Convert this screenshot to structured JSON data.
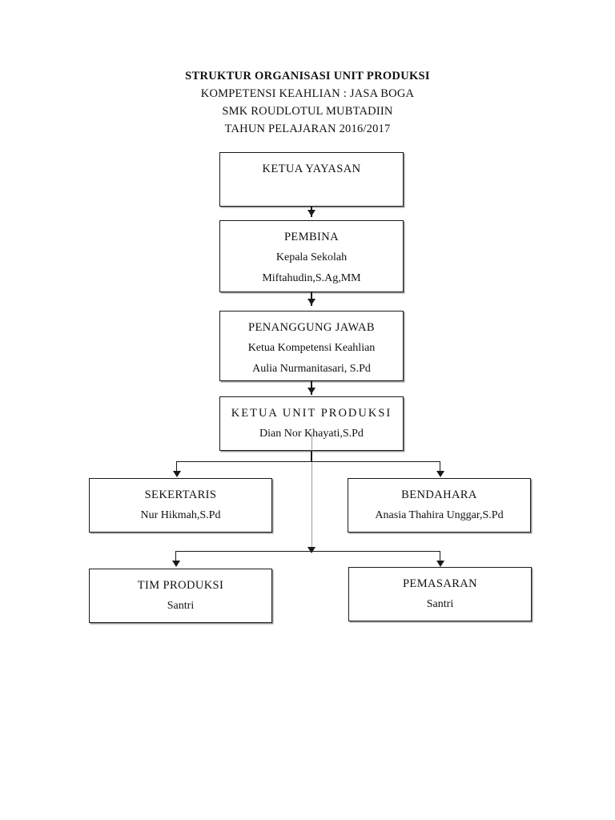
{
  "page": {
    "background_color": "#ffffff",
    "ink_color": "#1a1a1a",
    "connector_faint_color": "#9d9d9d"
  },
  "header": {
    "title": "STRUKTUR ORGANISASI UNIT PRODUKSI",
    "line2": "KOMPETENSI KEAHLIAN : JASA BOGA",
    "line3": "SMK ROUDLOTUL MUBTADIIN",
    "line4": "TAHUN PELAJARAN 2016/2017"
  },
  "chart_data": {
    "type": "diagram",
    "diagram_kind": "organization-chart",
    "orientation": "top-down",
    "title": "STRUKTUR ORGANISASI UNIT PRODUKSI",
    "nodes": [
      {
        "id": "ketua-yayasan",
        "role": "KETUA YAYASAN",
        "subtitle": "",
        "person": "",
        "level": 1
      },
      {
        "id": "pembina",
        "role": "PEMBINA",
        "subtitle": "Kepala Sekolah",
        "person": "Miftahudin,S.Ag,MM",
        "level": 2
      },
      {
        "id": "penanggung-jawab",
        "role": "PENANGGUNG JAWAB",
        "subtitle": "Ketua Kompetensi Keahlian",
        "person": "Aulia Nurmanitasari, S.Pd",
        "level": 3
      },
      {
        "id": "ketua-unit",
        "role": "KETUA UNIT PRODUKSI",
        "subtitle": "",
        "person": "Dian Nor Khayati,S.Pd",
        "level": 4
      },
      {
        "id": "sekertaris",
        "role": "SEKERTARIS",
        "subtitle": "",
        "person": "Nur Hikmah,S.Pd",
        "level": 5
      },
      {
        "id": "bendahara",
        "role": "BENDAHARA",
        "subtitle": "",
        "person": "Anasia Thahira Unggar,S.Pd",
        "level": 5
      },
      {
        "id": "tim-produksi",
        "role": "TIM PRODUKSI",
        "subtitle": "",
        "person": "Santri",
        "level": 6
      },
      {
        "id": "pemasaran",
        "role": "PEMASARAN",
        "subtitle": "",
        "person": "Santri",
        "level": 6
      }
    ],
    "edges": [
      {
        "from": "ketua-yayasan",
        "to": "pembina",
        "style": "arrow"
      },
      {
        "from": "pembina",
        "to": "penanggung-jawab",
        "style": "arrow"
      },
      {
        "from": "penanggung-jawab",
        "to": "ketua-unit",
        "style": "arrow"
      },
      {
        "from": "ketua-unit",
        "to": "sekertaris",
        "style": "arrow"
      },
      {
        "from": "ketua-unit",
        "to": "bendahara",
        "style": "arrow"
      },
      {
        "from": "ketua-unit",
        "to": "tim-produksi",
        "style": "arrow"
      },
      {
        "from": "ketua-unit",
        "to": "pemasaran",
        "style": "arrow"
      }
    ]
  }
}
